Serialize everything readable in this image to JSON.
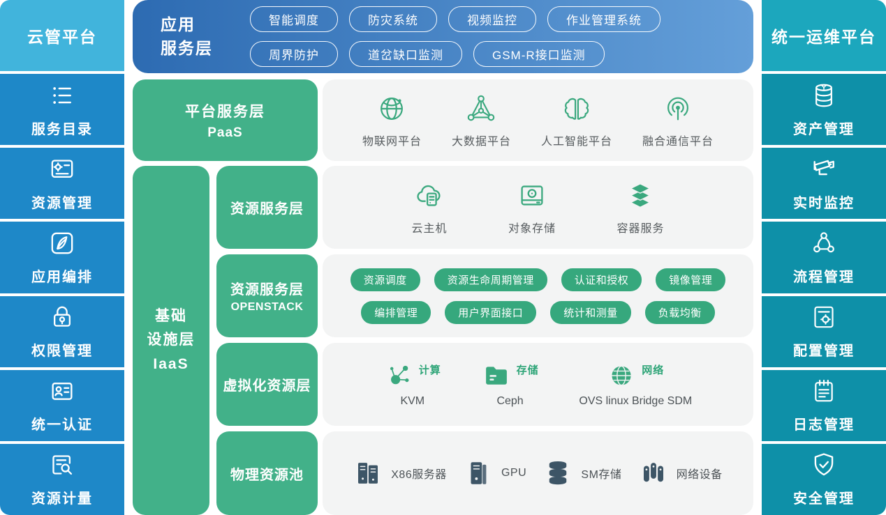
{
  "colors": {
    "left_header_bg": "#41b4dc",
    "left_item_bg": "#1e88c8",
    "right_header_bg": "#1ca7bd",
    "right_item_bg": "#0e90a8",
    "app_layer_gradient_start": "#2d6bb2",
    "app_layer_gradient_end": "#649fd9",
    "green_box_bg": "#42b189",
    "green_pill_bg": "#36a87d",
    "panel_bg": "#f3f4f4",
    "icon_green": "#3aa87e",
    "physical_icon_dark": "#3d5566"
  },
  "left_sidebar": {
    "title": "云管平台",
    "items": [
      {
        "label": "服务目录",
        "icon": "list-icon"
      },
      {
        "label": "资源管理",
        "icon": "gear-document-icon"
      },
      {
        "label": "应用编排",
        "icon": "feather-icon"
      },
      {
        "label": "权限管理",
        "icon": "lock-icon"
      },
      {
        "label": "统一认证",
        "icon": "id-card-icon"
      },
      {
        "label": "资源计量",
        "icon": "document-search-icon"
      }
    ]
  },
  "right_sidebar": {
    "title": "统一运维平台",
    "items": [
      {
        "label": "资产管理",
        "icon": "coins-icon"
      },
      {
        "label": "实时监控",
        "icon": "cctv-camera-icon"
      },
      {
        "label": "流程管理",
        "icon": "flow-nodes-icon"
      },
      {
        "label": "配置管理",
        "icon": "document-gear-icon"
      },
      {
        "label": "日志管理",
        "icon": "notebook-icon"
      },
      {
        "label": "安全管理",
        "icon": "shield-icon"
      }
    ]
  },
  "app_layer": {
    "title_lines": [
      "应用",
      "服务层"
    ],
    "pills_row1": [
      "智能调度",
      "防灾系统",
      "视频监控",
      "作业管理系统"
    ],
    "pills_row2": [
      "周界防护",
      "道岔缺口监测",
      "GSM-R接口监测"
    ]
  },
  "paas_layer": {
    "title": "平台服务层",
    "subtitle": "PaaS",
    "items": [
      {
        "label": "物联网平台",
        "icon": "globe-network-icon"
      },
      {
        "label": "大数据平台",
        "icon": "data-nodes-icon"
      },
      {
        "label": "人工智能平台",
        "icon": "brain-icon"
      },
      {
        "label": "融合通信平台",
        "icon": "radar-icon"
      }
    ]
  },
  "iaas_layer": {
    "title_lines": [
      "基础",
      "设施层",
      "IaaS"
    ]
  },
  "resource_service_layer": {
    "title": "资源服务层",
    "items": [
      {
        "label": "云主机",
        "icon": "cloud-server-icon"
      },
      {
        "label": "对象存储",
        "icon": "storage-drive-icon"
      },
      {
        "label": "容器服务",
        "icon": "container-layers-icon"
      }
    ]
  },
  "openstack_layer": {
    "title": "资源服务层",
    "subtitle": "OPENSTACK",
    "pills_row1": [
      "资源调度",
      "资源生命周期管理",
      "认证和授权",
      "镜像管理"
    ],
    "pills_row2": [
      "编排管理",
      "用户界面接口",
      "统计和测量",
      "负载均衡"
    ]
  },
  "virtualization_layer": {
    "title": "虚拟化资源层",
    "items": [
      {
        "tag": "计算",
        "label": "KVM",
        "icon": "compute-nodes-icon"
      },
      {
        "tag": "存储",
        "label": "Ceph",
        "icon": "folder-icon"
      },
      {
        "tag": "网络",
        "label": "OVS linux Bridge SDM",
        "icon": "globe-icon"
      }
    ]
  },
  "physical_layer": {
    "title": "物理资源池",
    "items": [
      {
        "label": "X86服务器",
        "icon": "server-icon"
      },
      {
        "label": "GPU",
        "icon": "gpu-icon"
      },
      {
        "label": "SM存储",
        "icon": "database-cylinders-icon"
      },
      {
        "label": "网络设备",
        "icon": "network-device-icon"
      }
    ]
  }
}
